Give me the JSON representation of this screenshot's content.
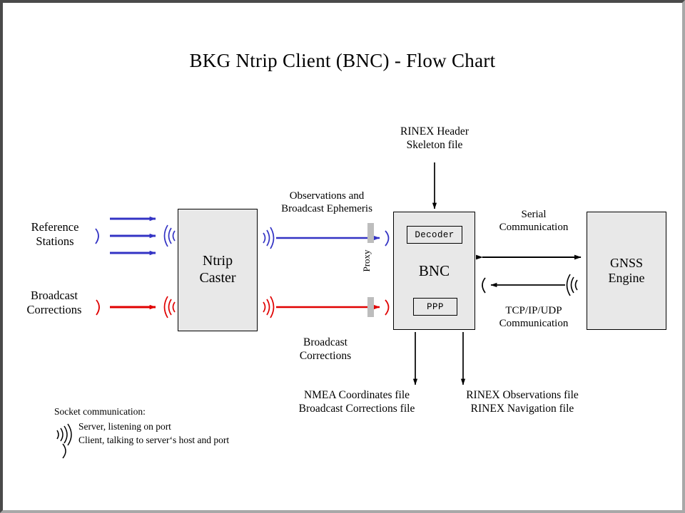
{
  "title": "BKG Ntrip Client (BNC)  -  Flow Chart",
  "nodes": {
    "caster": {
      "line1": "Ntrip",
      "line2": "Caster"
    },
    "bnc": {
      "title": "BNC",
      "decoder": "Decoder",
      "ppp": "PPP"
    },
    "gnss": {
      "line1": "GNSS",
      "line2": "Engine"
    }
  },
  "labels": {
    "reference_stations": {
      "line1": "Reference",
      "line2": "Stations"
    },
    "broadcast_corrections_src": {
      "line1": "Broadcast",
      "line2": "Corrections"
    },
    "obs_ephemeris": {
      "line1": "Observations and",
      "line2": "Broadcast Ephemeris"
    },
    "broadcast_corrections_link": {
      "line1": "Broadcast",
      "line2": "Corrections"
    },
    "rinex_header": {
      "line1": "RINEX Header",
      "line2": "Skeleton file"
    },
    "serial": {
      "line1": "Serial",
      "line2": "Communication"
    },
    "tcpip": {
      "line1": "TCP/IP/UDP",
      "line2": "Communication"
    },
    "proxy": "Proxy",
    "out_left": {
      "line1": "NMEA Coordinates file",
      "line2": "Broadcast Corrections file"
    },
    "out_right": {
      "line1": "RINEX Observations file",
      "line2": "RINEX Navigation file"
    }
  },
  "legend": {
    "heading": "Socket communication:",
    "items": [
      {
        "glyph": "server-antenna-icon",
        "glyph_text": ")))",
        "text": "Server, listening  on port"
      },
      {
        "glyph": "client-socket-icon",
        "glyph_text": ")",
        "text": "Client, talking to server‘s host and port"
      }
    ]
  },
  "colors": {
    "blue": "#3333c4",
    "red": "#e00000",
    "black": "#000000",
    "box_fill": "#e8e8e8",
    "proxy_bar": "#bdbdbd",
    "frame_dark": "#4a4a4a",
    "frame_light": "#a8a8a8"
  }
}
